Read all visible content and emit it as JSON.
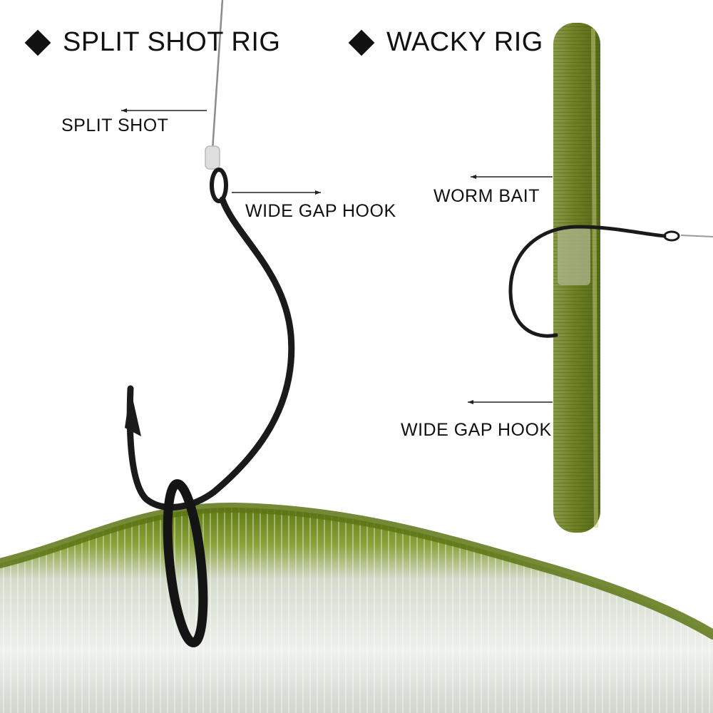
{
  "headings": {
    "split_shot_rig": "SPLIT SHOT RIG",
    "wacky_rig": "WACKY RIG"
  },
  "labels": {
    "split_shot": "SPLIT SHOT",
    "wide_gap_hook_left": "WIDE GAP HOOK",
    "worm_bait": "WORM BAIT",
    "wide_gap_hook_right": "WIDE GAP HOOK"
  },
  "colors": {
    "worm_green": "#6b7f1e",
    "worm_belly": "#e9eee6",
    "hook_black": "#1a1a1a",
    "line_gray": "#9a9a9a"
  }
}
